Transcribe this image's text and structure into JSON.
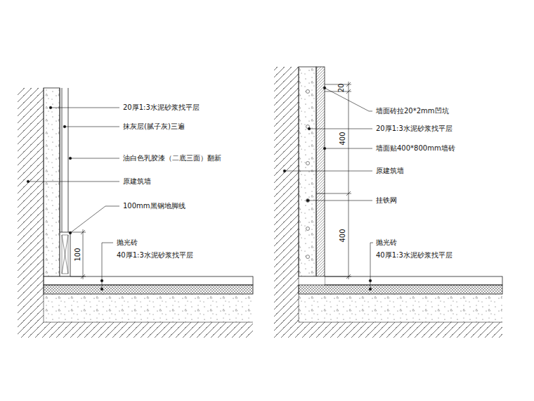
{
  "diagram": {
    "labels": [
      "20厚1:3水泥砂浆找平层",
      "抹灰层(腻子灰)三遍",
      "油白色乳胶漆（二底三面）翻新",
      "原建筑墙",
      "100mm黑钢地脚线",
      "100",
      "抛光砖",
      "40厚1:3水泥砂浆找平层",
      "20",
      "墙面砖拉20*2mm凹坑",
      "20厚1:3水泥砂浆找平层",
      "400",
      "墙面贴400*800mm墙砖",
      "原建筑墙",
      "挂铁网",
      "400",
      "抛光砖",
      "40厚1:3水泥砂浆找平层"
    ]
  }
}
